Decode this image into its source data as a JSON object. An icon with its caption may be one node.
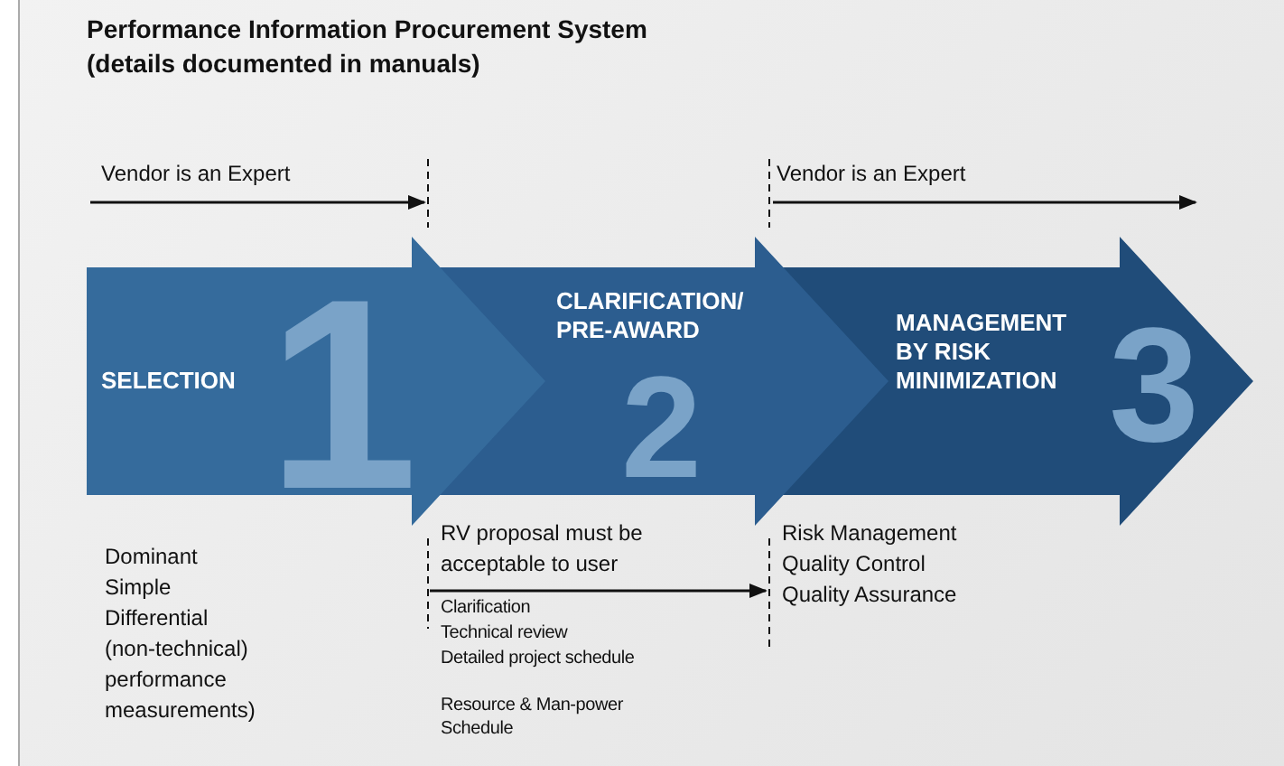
{
  "diagram": {
    "title": "Performance Information Procurement System",
    "caption": "(details documented in manuals)",
    "nodes": [
      {
        "text": [
          "SELECTION",
          "1"
        ]
      },
      {
        "text": [
          "CLARIFICATION/ PRE-AWARD",
          "2"
        ]
      },
      {
        "text": [
          "MANAGEMENT BY RISK MINIMIZATION",
          "3"
        ]
      }
    ],
    "labels": [
      "Vendor is an Expert",
      "Vendor is an Expert",
      "Dominant",
      "Simple",
      "Differential",
      "(non-technical) performance measurements)",
      "RV proposal must be acceptable to user",
      "Clarification",
      "Technical review",
      "Detailed project schedule",
      "Resource & Man-power Schedule",
      "Risk Management",
      "Quality Control",
      "Quality Assurance"
    ]
  }
}
